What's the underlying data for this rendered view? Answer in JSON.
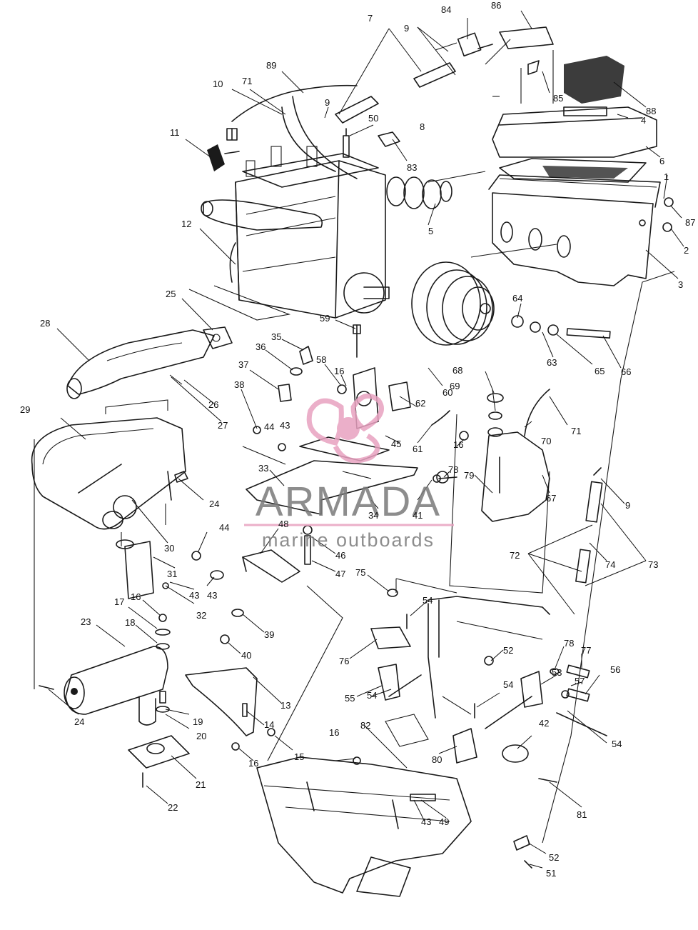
{
  "watermark": {
    "brand": "ARMADA",
    "tagline": "marine outboards",
    "brand_color": "#7a7a7a",
    "accent_color": "#e8a2c0"
  },
  "labels": {
    "l1": "1",
    "l2": "2",
    "l3": "3",
    "l4": "4",
    "l5": "5",
    "l6": "6",
    "l7": "7",
    "l8": "8",
    "l9": "9",
    "l10": "10",
    "l11": "11",
    "l12": "12",
    "l13": "13",
    "l14": "14",
    "l15": "15",
    "l16": "16",
    "l17": "17",
    "l18": "18",
    "l19": "19",
    "l20": "20",
    "l21": "21",
    "l22": "22",
    "l23": "23",
    "l24": "24",
    "l25": "25",
    "l26": "26",
    "l27": "27",
    "l28": "28",
    "l29": "29",
    "l30": "30",
    "l31": "31",
    "l32": "32",
    "l33": "33",
    "l34": "34",
    "l35": "35",
    "l36": "36",
    "l37": "37",
    "l38": "38",
    "l39": "39",
    "l40": "40",
    "l41": "41",
    "l42": "42",
    "l43": "43",
    "l44": "44",
    "l45": "45",
    "l46": "46",
    "l47": "47",
    "l48": "48",
    "l49": "49",
    "l50": "50",
    "l51": "51",
    "l52": "52",
    "l53": "53",
    "l54": "54",
    "l55": "55",
    "l56": "56",
    "l57": "57",
    "l58": "58",
    "l59": "59",
    "l60": "60",
    "l61": "61",
    "l62": "62",
    "l63": "63",
    "l64": "64",
    "l65": "65",
    "l66": "66",
    "l67": "67",
    "l68": "68",
    "l69": "69",
    "l70": "70",
    "l71": "71",
    "l72": "72",
    "l73": "73",
    "l74": "74",
    "l75": "75",
    "l76": "76",
    "l77": "77",
    "l78": "78",
    "l79": "79",
    "l80": "80",
    "l81": "81",
    "l82": "82",
    "l83": "83",
    "l84": "84",
    "l85": "85",
    "l86": "86",
    "l87": "87",
    "l88": "88",
    "l89": "89"
  }
}
